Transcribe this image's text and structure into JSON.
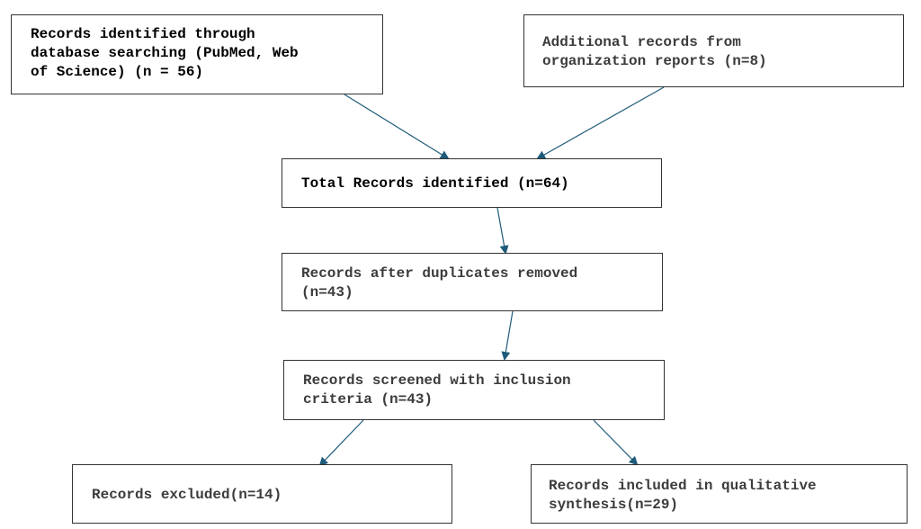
{
  "diagram": {
    "type": "flow-diagram",
    "nodes": {
      "database_search": "Records identified through\ndatabase searching (PubMed, Web\nof Science) (n = 56)",
      "additional_records": "Additional records from\norganization reports (n=8)",
      "total_identified": "Total Records identified (n=64)",
      "duplicates_removed": "Records after duplicates removed\n(n=43)",
      "screened": "Records screened with inclusion\ncriteria (n=43)",
      "excluded": "Records excluded(n=14)",
      "included": "Records included in qualitative\nsynthesis(n=29)"
    },
    "edges": [
      {
        "from": "database_search",
        "to": "total_identified"
      },
      {
        "from": "additional_records",
        "to": "total_identified"
      },
      {
        "from": "total_identified",
        "to": "duplicates_removed"
      },
      {
        "from": "duplicates_removed",
        "to": "screened"
      },
      {
        "from": "screened",
        "to": "excluded"
      },
      {
        "from": "screened",
        "to": "included"
      }
    ],
    "colors": {
      "arrow": "#1f5b7a",
      "box_border": "#333333",
      "text": "#2b2b2b"
    }
  }
}
